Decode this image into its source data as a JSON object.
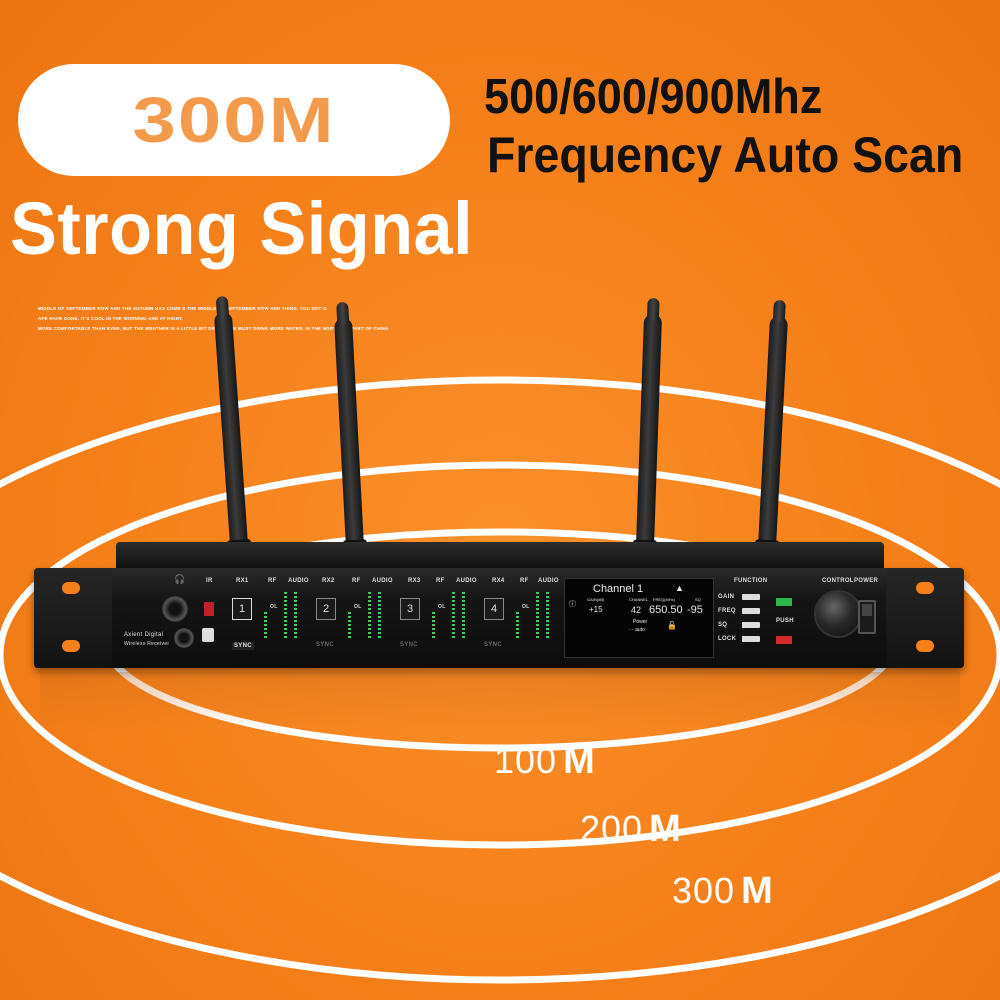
{
  "badge": {
    "text": "300M"
  },
  "headline": {
    "line1": "500/600/900Mhz",
    "line2": "Frequency Auto Scan"
  },
  "tagline": "Strong Signal",
  "small_print": [
    "MIDDLE OF SEPTEMBER NOW AND THE AUTUMN HAS COME  S THE MIDDLE OF SEPTEMBER NOW AND THING. YOU NOT G",
    "APE HAVE GONE. IT'S COOL IN THE MORNING AND AT NIGHT.",
    "MORE COMFORTABLE THAN EVER, BUT THE WEATHER IS A LITTLE BIT DRY, SO WE MUST DRINK MORE WATER. IN THE NORTHERN PART OF CHINA"
  ],
  "receiver": {
    "brand_line1": "Axient Digital",
    "brand_line2": "Wireless Receiver",
    "ir_label": "IR",
    "channels": [
      {
        "rx": "RX1",
        "num": "1",
        "rf": "RF",
        "audio": "AUDIO",
        "ol": "OL",
        "sync": "SYNC"
      },
      {
        "rx": "RX2",
        "num": "2",
        "rf": "RF",
        "audio": "AUDIO",
        "ol": "OL",
        "sync": "SYNC"
      },
      {
        "rx": "RX3",
        "num": "3",
        "rf": "RF",
        "audio": "AUDIO",
        "ol": "OL",
        "sync": "SYNC"
      },
      {
        "rx": "RX4",
        "num": "4",
        "rf": "RF",
        "audio": "AUDIO",
        "ol": "OL",
        "sync": "SYNC"
      }
    ],
    "lcd": {
      "title": "Channel 1",
      "gain_label": "GAIN(dB)",
      "gain_value": "+15",
      "channel_label": "CHANNEL",
      "freq_label": "FREQ(MHz)",
      "sq_label": "SQ",
      "channel_value": "42",
      "freq_value": "650.50",
      "sq_value": "-95",
      "power_label": "Power",
      "power_value": "- - auto"
    },
    "function_label": "FUNCTION",
    "function_buttons": [
      "GAIN",
      "FREQ",
      "SQ",
      "LOCK"
    ],
    "control_label": "CONTROL",
    "push_label": "PUSH",
    "power_label": "POWER"
  },
  "distances": [
    {
      "num": "100",
      "unit": "M"
    },
    {
      "num": "200",
      "unit": "M"
    },
    {
      "num": "300",
      "unit": "M"
    }
  ],
  "colors": {
    "background": "#f7841d",
    "badge_text": "#f39a4c",
    "headline": "#111111",
    "rings": "#ffffff"
  }
}
